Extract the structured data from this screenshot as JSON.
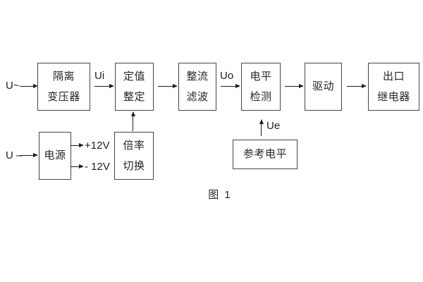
{
  "figure": {
    "caption": "图 1",
    "colors": {
      "line": "#454545",
      "arrow": "#1f1f1f",
      "text": "#262626",
      "background": "#ffffff"
    },
    "blocks": {
      "isolation_transformer": {
        "line1": "隔离",
        "line2": "变压器"
      },
      "setting_adjust": {
        "line1": "定值",
        "line2": "整定"
      },
      "rectifier_filter": {
        "line1": "整流",
        "line2": "滤波"
      },
      "level_detector": {
        "line1": "电平",
        "line2": "检测"
      },
      "driver": {
        "line1": "驱动"
      },
      "output_relay": {
        "line1": "出口",
        "line2": "继电器"
      },
      "power_supply": {
        "line1": "电源"
      },
      "ratio_switch": {
        "line1": "倍率",
        "line2": "切换"
      },
      "reference_level": {
        "line1": "参考电平"
      }
    },
    "signals": {
      "u_ac": "U~",
      "u_dc": "U –",
      "ui": "Ui",
      "uo": "Uo",
      "ue": "Ue",
      "plus_12v": "+12V",
      "minus_12v": "- 12V"
    }
  }
}
